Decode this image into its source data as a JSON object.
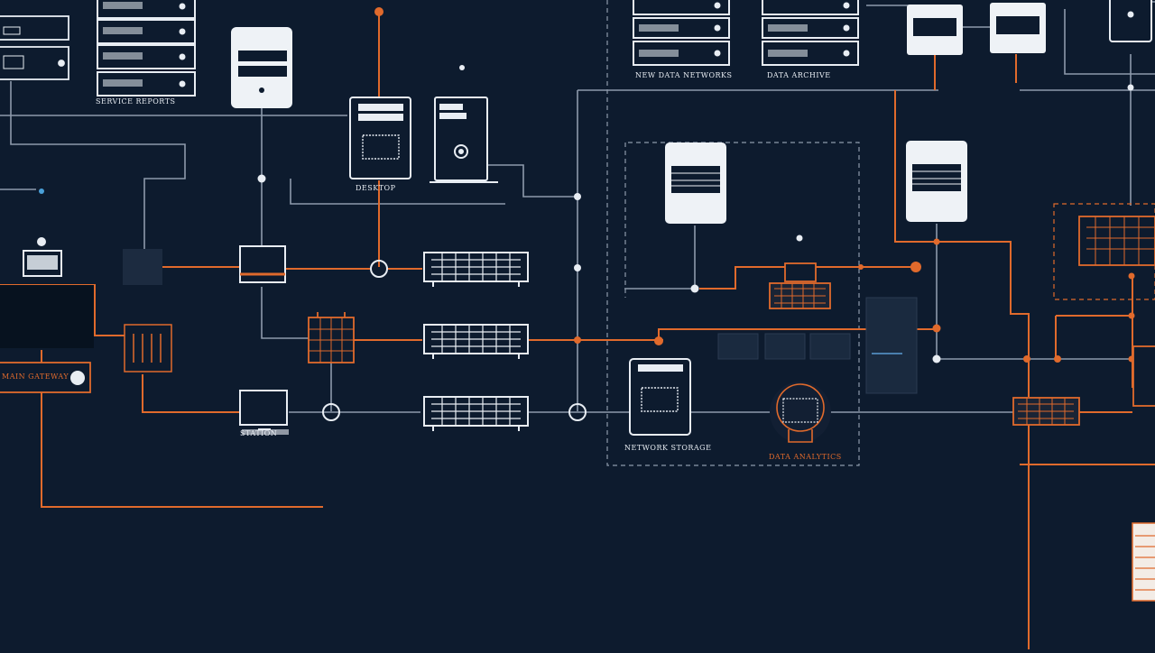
{
  "diagram": {
    "labels": {
      "servers_top_left": "SERVICE REPORTS",
      "servers_top_mid": "NEW DATA NETWORKS",
      "servers_top_right": "DATA ARCHIVE",
      "desktop_mid": "DESKTOP",
      "monitor_low": "STATION",
      "server_cluster": "NETWORK STORAGE",
      "bulb_node": "DATA ANALYTICS",
      "left_panel": "MAIN GATEWAY"
    },
    "colors": {
      "background": "#0d1b2e",
      "line_white": "#e8edf3",
      "line_grey": "#8d9aab",
      "accent_orange": "#e06a2c"
    }
  }
}
